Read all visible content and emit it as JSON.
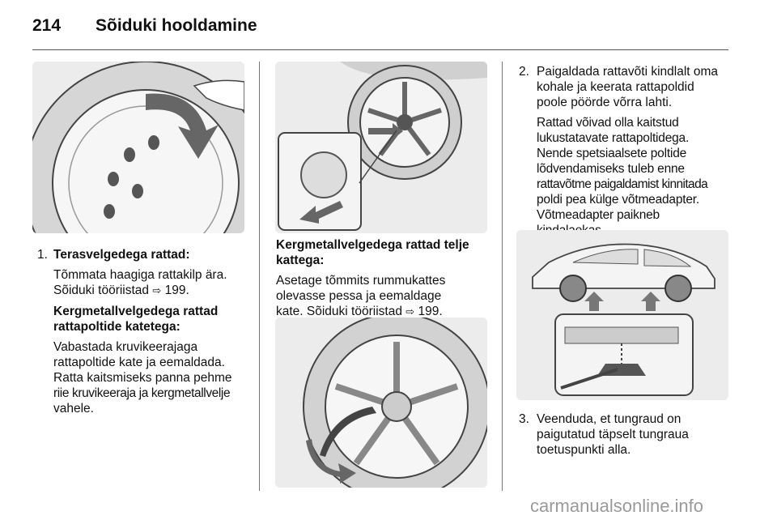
{
  "header": {
    "page_number": "214",
    "title": "Sõiduki hooldamine"
  },
  "col1": {
    "item_num": "1.",
    "heading": "Terasvelgedega rattad:",
    "p1_line1": "Tõmmata haagiga rattakilp ära.",
    "p1_line2": "Sõiduki tööriistad",
    "p1_ref": "199.",
    "subheading_line1": "Kergmetallvelgedega rattad",
    "subheading_line2": "rattapoltide katetega:",
    "p2_lines": [
      "Vabastada kruvikeerajaga",
      "rattapoltide kate ja eemaldada.",
      "Ratta kaitsmiseks panna pehme",
      "riie kruvikeeraja ja kergmetallvelje",
      "vahele."
    ]
  },
  "col2": {
    "heading_line1": "Kergmetallvelgedega rattad telje",
    "heading_line2": "kattega:",
    "p_lines": [
      "Asetage tõmmits rummukattes",
      "olevasse pessa ja eemaldage",
      "kate. Sõiduki tööriistad"
    ],
    "p_ref": "199."
  },
  "col3": {
    "item2_num": "2.",
    "item2_lines": [
      "Paigaldada rattavõti kindlalt oma",
      "kohale ja keerata rattapoldid",
      "poole pöörde võrra lahti."
    ],
    "item2_note_lines": [
      "Rattad võivad olla kaitstud",
      "lukustatavate rattapoltidega.",
      "Nende spetsiaalsete poltide",
      "lõdvendamiseks tuleb enne",
      "rattavõtme paigaldamist kinnitada",
      "poldi pea külge võtmeadapter.",
      "Võtmeadapter paikneb",
      "kindalaekas."
    ],
    "item3_num": "3.",
    "item3_lines": [
      "Veenduda, et tungraud on",
      "paigutatud täpselt tungraua",
      "toetuspunkti alla."
    ]
  },
  "ref_icon": "arrow-ref-icon",
  "ref_glyph": "⇨",
  "watermark": "carmanualsonline.info"
}
